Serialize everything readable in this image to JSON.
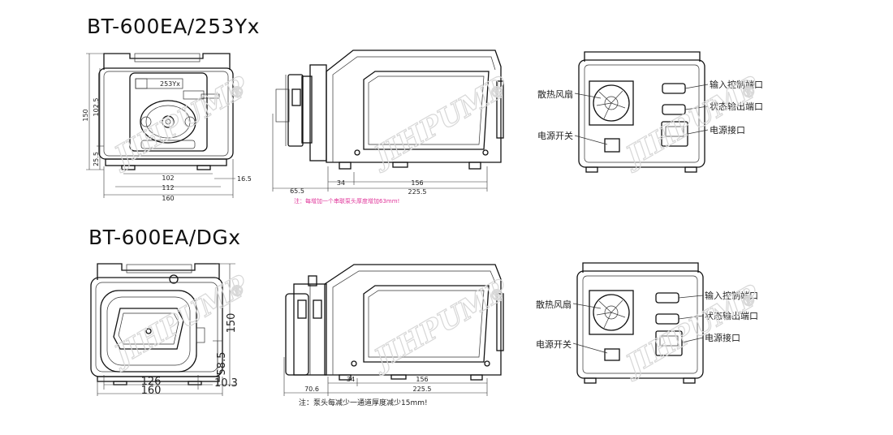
{
  "models": [
    {
      "title": "BT-600EA/253Yx",
      "front": {
        "badge": "253Yx",
        "height_total": "150",
        "height_upper": "102.5",
        "height_lower": "25.5",
        "width_inner": "102",
        "width_mid": "112",
        "width_total": "160",
        "side_offset": "16.5"
      },
      "side": {
        "front_offset": "65.5",
        "d1": "34",
        "d2": "156",
        "d3": "225.5",
        "note": "注：每增加一个串联泵头厚度增加63mm!"
      }
    },
    {
      "title": "BT-600EA/DGx",
      "front": {
        "height_total": "150",
        "height_lower": "58.5",
        "width_inner": "126",
        "width_total": "160",
        "side_offset": "10.3"
      },
      "side": {
        "front_offset": "70.6",
        "d1": "34",
        "d2": "156",
        "d3": "225.5",
        "note": "注：泵头每减少一通道厚度减少15mm!"
      }
    }
  ],
  "rear_labels": {
    "fan": "散热风扇",
    "power_switch": "电源开关",
    "input_port": "输入控制端口",
    "status_port": "状态输出端口",
    "power_socket": "电源接口"
  },
  "watermark": {
    "text": "JIHPUMP",
    "mark": "®"
  }
}
